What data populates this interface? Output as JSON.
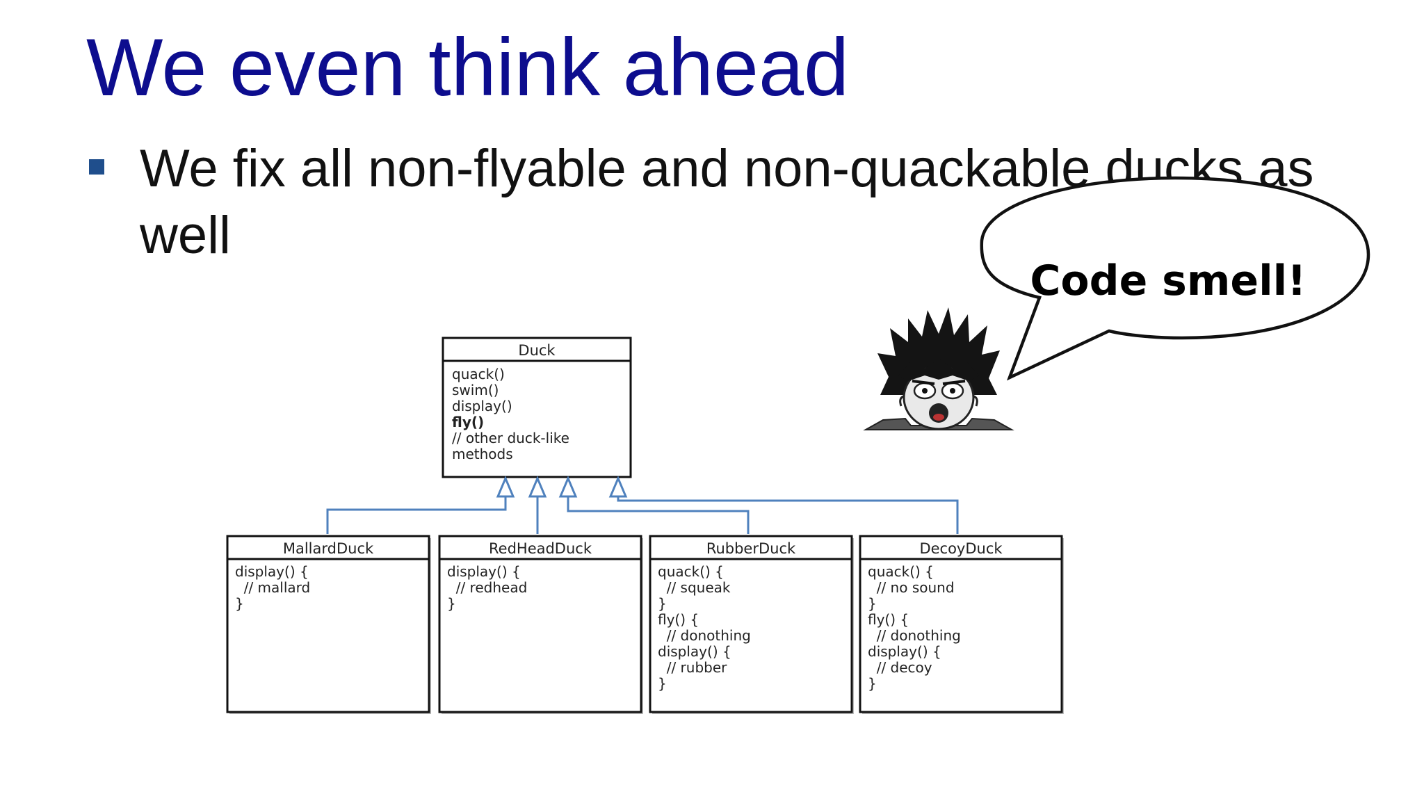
{
  "slide": {
    "title": "We even think ahead",
    "bullet": "We fix all non-flyable and non-quackable ducks as well",
    "speech_bubble": "Code smell!"
  },
  "diagram": {
    "parent": {
      "name": "Duck",
      "methods": [
        "quack()",
        "swim()",
        "display()",
        "fly()",
        "// other duck-like",
        "methods"
      ],
      "bold_method": "fly()"
    },
    "children": [
      {
        "name": "MallardDuck",
        "lines": [
          "display() {",
          "  // mallard",
          "}"
        ]
      },
      {
        "name": "RedHeadDuck",
        "lines": [
          "display() {",
          "  // redhead",
          "}"
        ]
      },
      {
        "name": "RubberDuck",
        "lines": [
          "quack()  {",
          "  // squeak",
          "}",
          "fly() {",
          "  // donothing",
          "display() {",
          "  // rubber",
          "}"
        ]
      },
      {
        "name": "DecoyDuck",
        "lines": [
          "quack()  {",
          "  // no sound",
          "}",
          "fly() {",
          "  // donothing",
          "display() {",
          "  // decoy",
          "}"
        ]
      }
    ]
  },
  "colors": {
    "title": "#0d0d8e",
    "bullet_square": "#1f4e8c",
    "connector": "#4f81bd",
    "box_border": "#111111"
  },
  "icons": {
    "character": "shocked-spiky-hair-face-icon"
  }
}
